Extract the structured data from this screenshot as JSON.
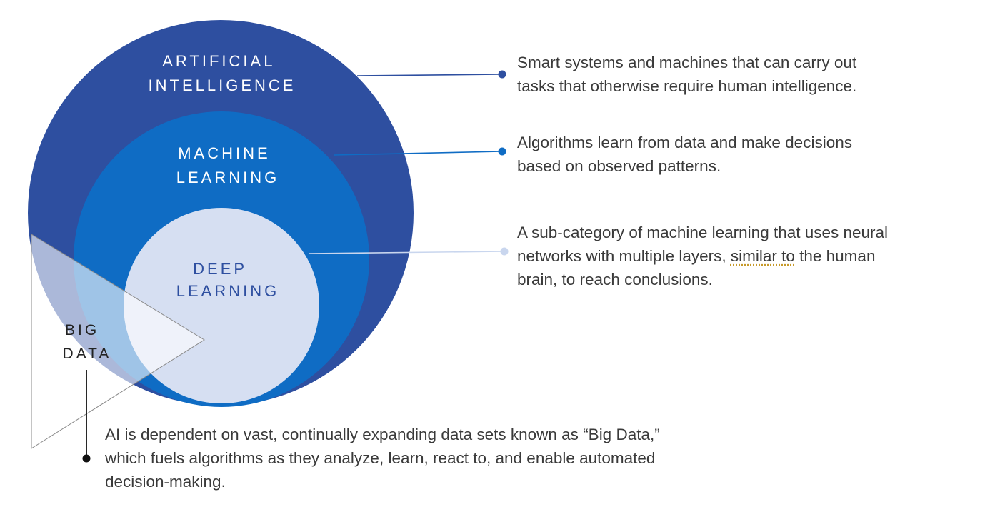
{
  "colors": {
    "ai_circle": "#2e4fa0",
    "ml_circle": "#0f6cc4",
    "dl_circle": "#d6dff2",
    "ai_leader": "#2e4fa0",
    "ml_leader": "#0f6cc4",
    "dl_leader": "#c9d6ee",
    "big_data_triangle": "#ffffff",
    "label_light": "#ffffff",
    "label_dl": "#2e4fa0",
    "label_big_data": "#222222",
    "text": "#3a3a3a"
  },
  "circles": {
    "ai": {
      "label_lines": [
        "ARTIFICIAL",
        "INTELLIGENCE"
      ]
    },
    "ml": {
      "label_lines": [
        "MACHINE",
        "LEARNING"
      ]
    },
    "dl": {
      "label_lines": [
        "DEEP",
        "LEARNING"
      ]
    }
  },
  "big_data": {
    "label_lines": [
      "BIG",
      "DATA"
    ]
  },
  "descriptions": {
    "ai": [
      "Smart systems and machines that can carry out",
      "tasks that otherwise require human intelligence."
    ],
    "ml": [
      "Algorithms learn from data and make decisions",
      "based on observed patterns."
    ],
    "dl": {
      "line1": "A sub-category of machine learning that uses neural",
      "line2_before": "networks with multiple layers, ",
      "line2_underlined": "similar to",
      "line2_after": " the human",
      "line3": "brain, to reach conclusions."
    },
    "big_data": [
      "AI is dependent on vast, continually expanding data sets known as “Big Data,”",
      "which fuels algorithms as they analyze, learn, react to, and enable automated",
      "decision-making."
    ]
  }
}
